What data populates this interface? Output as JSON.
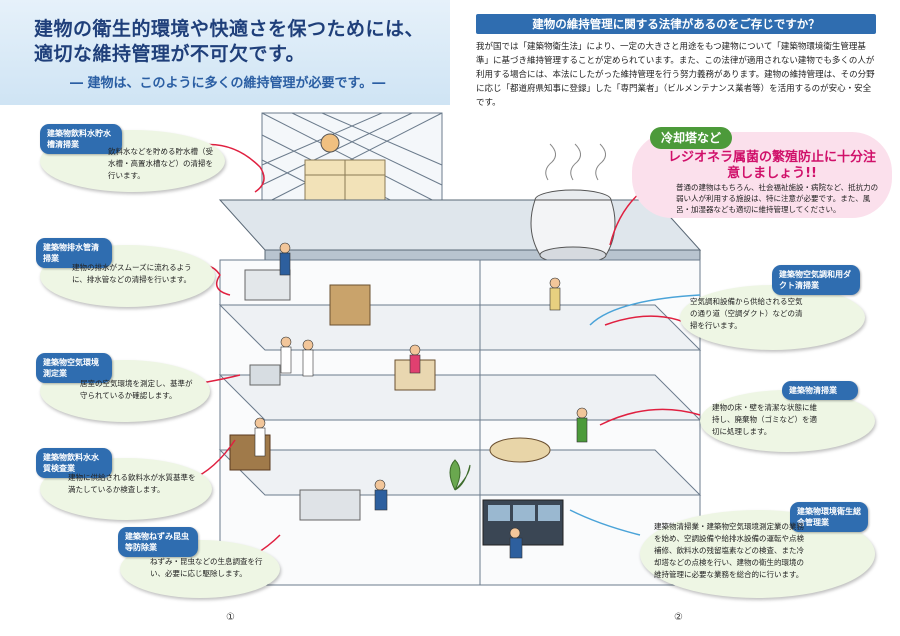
{
  "header": {
    "title_line1": "建物の衛生的環境や快適さを保つためには、",
    "title_line2": "適切な維持管理が不可欠です。",
    "subtitle": "― 建物は、このように多くの維持管理が必要です。―"
  },
  "law_box": {
    "title": "建物の維持管理に関する法律があるのをご存じですか？",
    "body": "我が国では「建築物衛生法」により、一定の大きさと用途をもつ建物について「建築物環境衛生管理基準」に基づき維持管理することが定められています。また、この法律が適用されない建物でも多くの人が利用する場合には、本法にしたがった維持管理を行う努力義務があります。建物の維持管理は、その分野に応じ「都道府県知事に登録」した「専門業者」（ビルメンテナンス業者等）を活用するのが安心・安全です。"
  },
  "cooling": {
    "label": "冷却塔など",
    "headline": "レジオネラ属菌の繁殖防止に十分注意しましょう!!",
    "body": "普通の建物はもちろん、社会福祉施設・病院など、抵抗力の弱い人が利用する施設は、特に注意が必要です。また、風呂・加湿器なども適切に維持管理してください。"
  },
  "callouts_left": [
    {
      "tag": "建築物飲料水貯水槽清掃業",
      "text": "飲料水などを貯める貯水槽（受水槽・高置水槽など）の清掃を行います。"
    },
    {
      "tag": "建築物排水管清掃業",
      "text": "建物の排水がスムーズに流れるように、排水管などの清掃を行います。"
    },
    {
      "tag": "建築物空気環境測定業",
      "text": "居室の空気環境を測定し、基準が守られているか確認します。"
    },
    {
      "tag": "建築物飲料水水質検査業",
      "text": "建物に供給される飲料水が水質基準を満たしているか検査します。"
    },
    {
      "tag": "建築物ねずみ昆虫等防除業",
      "text": "ねずみ・昆虫などの生息調査を行い、必要に応じ駆除します。"
    }
  ],
  "callouts_right": [
    {
      "tag": "建築物空気調和用ダクト清掃業",
      "text": "空気調和設備から供給される空気の通り道（空調ダクト）などの清掃を行います。"
    },
    {
      "tag": "建築物清掃業",
      "text": "建物の床・壁を清潔な状態に維持し、廃棄物（ゴミなど）を適切に処理します。"
    },
    {
      "tag": "建築物環境衛生総合管理業",
      "text": "建築物清掃業・建築物空気環境測定業の業務を始め、空調設備や給排水設備の運転や点検補修、飲料水の残留塩素などの検査、また冷却塔などの点検を行い、建物の衛生的環境の維持管理に必要な業務を総合的に行います。"
    }
  ],
  "page_numbers": {
    "left": "①",
    "right": "②"
  },
  "colors": {
    "brand_blue": "#2f6db0",
    "title_navy": "#1f3f7a",
    "bubble_green": "#eef6e4",
    "accent_pink": "#d0106a",
    "cool_green": "#4c9a3a",
    "line_red": "#e02040"
  }
}
